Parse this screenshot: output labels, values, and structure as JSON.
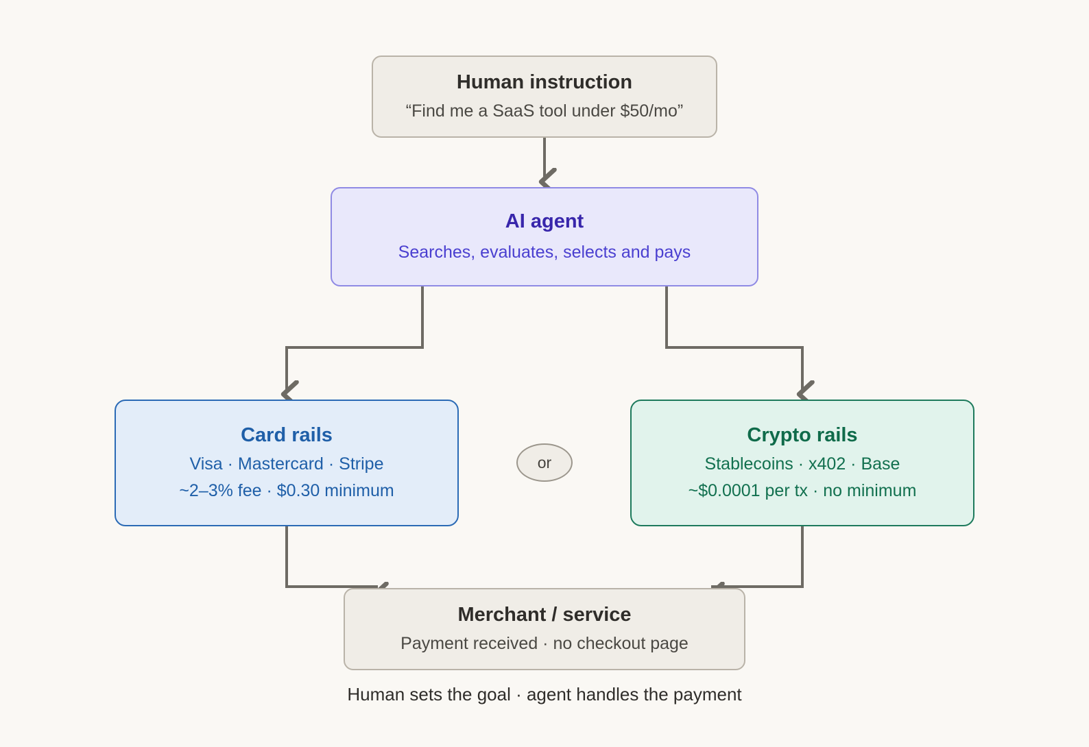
{
  "page": {
    "background_color": "#faf8f4",
    "caption": "Human sets the goal · agent handles the payment"
  },
  "diagram": {
    "type": "flowchart",
    "nodes": [
      {
        "id": "human-instruction",
        "title": "Human instruction",
        "subtitle": "“Find me a SaaS tool under $50/mo”",
        "fill": "#f0ede7",
        "border": "#b9b3a8",
        "text_color": "#2f2d2a"
      },
      {
        "id": "ai-agent",
        "title": "AI agent",
        "subtitle": "Searches, evaluates, selects and pays",
        "fill": "#e9e8fb",
        "border": "#8f8ae4",
        "text_color": "#3826ab"
      },
      {
        "id": "card-rails",
        "title": "Card rails",
        "subtitle_1": "Visa · Mastercard · Stripe",
        "subtitle_2": "~2–3% fee · $0.30 minimum",
        "fill": "#e3edf9",
        "border": "#2a6ab5",
        "text_color": "#1f5fa8"
      },
      {
        "id": "crypto-rails",
        "title": "Crypto rails",
        "subtitle_1": "Stablecoins · x402 · Base",
        "subtitle_2": "~$0.0001 per tx · no minimum",
        "fill": "#e1f3ec",
        "border": "#1d7a5c",
        "text_color": "#0f6b4a"
      },
      {
        "id": "merchant-service",
        "title": "Merchant / service",
        "subtitle": "Payment received · no checkout page",
        "fill": "#f0ede7",
        "border": "#b9b3a8",
        "text_color": "#2f2d2a"
      }
    ],
    "branch_label": "or",
    "connector_color": "#6e6b64"
  }
}
